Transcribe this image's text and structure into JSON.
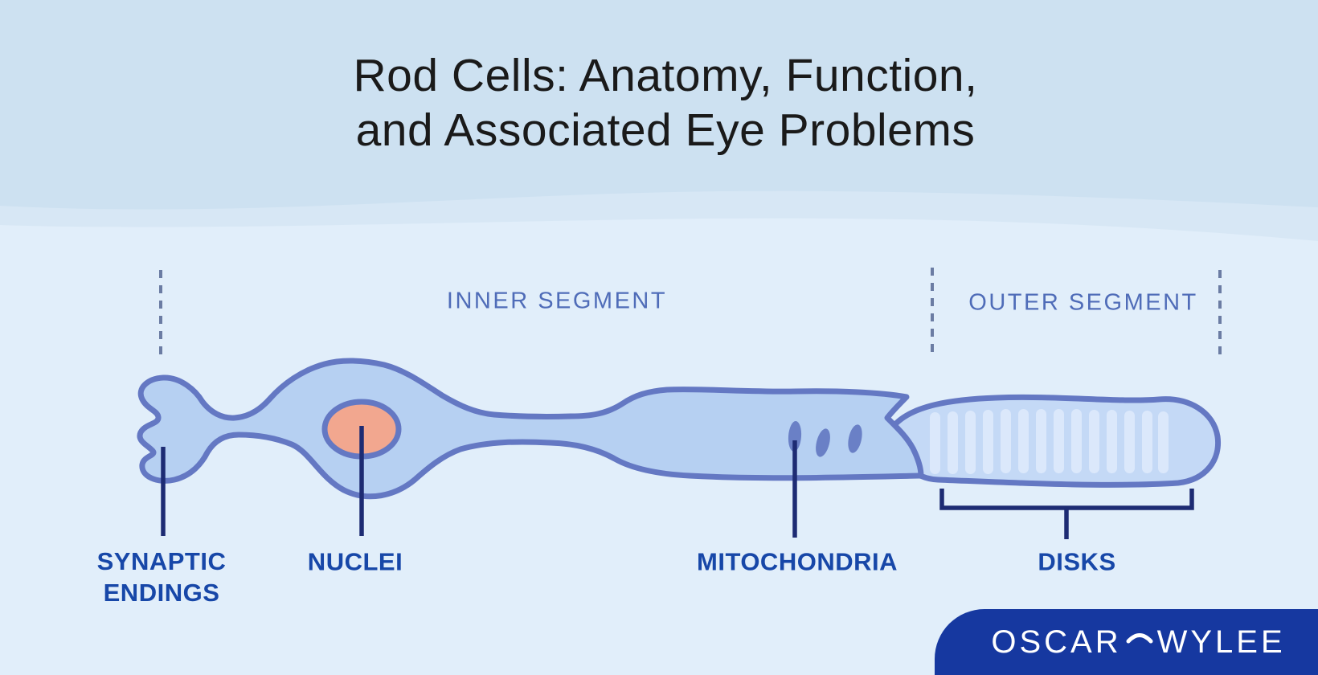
{
  "title": {
    "line1": "Rod Cells: Anatomy, Function,",
    "line2": "and Associated Eye Problems"
  },
  "diagram": {
    "segment_labels": {
      "inner": "INNER SEGMENT",
      "outer": "OUTER SEGMENT"
    },
    "part_labels": {
      "synaptic_line1": "SYNAPTIC",
      "synaptic_line2": "ENDINGS",
      "nuclei": "NUCLEI",
      "mitochondria": "MITOCHONDRIA",
      "disks": "DISKS"
    }
  },
  "logo": {
    "word_left": "OSCAR",
    "word_right": "WYLEE",
    "separator": "arc-icon"
  },
  "colors": {
    "background": "#e1eefa",
    "band_top": "#cde1f1",
    "band_mid": "#d7e7f5",
    "cell_fill": "#b6d0f2",
    "cell_outline": "#6478c3",
    "outer_segment_fill": "#c4d9f6",
    "disk_stripe": "#dbe8fb",
    "nucleus_fill": "#f2a78f",
    "mitochondria_fill": "#6a80c6",
    "pointer_line": "#1d2b73",
    "divider_dash": "#6b7ca3",
    "segment_label_text": "#4f6cb8",
    "part_label_text": "#1747a8",
    "title_text": "#1a1a1a",
    "logo_badge": "#1638a0",
    "logo_text": "#ffffff"
  }
}
